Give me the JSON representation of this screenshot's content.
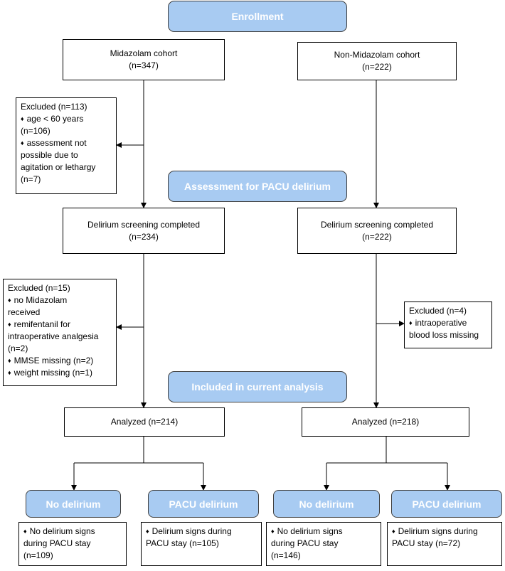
{
  "stages": {
    "enrollment": "Enrollment",
    "assessment": "Assessment for PACU delirium",
    "included": "Included in current analysis"
  },
  "cohorts": {
    "midazolam": {
      "title": "Midazolam cohort",
      "count": "(n=347)"
    },
    "non_midazolam": {
      "title": "Non-Midazolam cohort",
      "count": "(n=222)"
    }
  },
  "excluded_1": {
    "title": "Excluded (n=113)",
    "items": [
      {
        "lines": [
          "age < 60 years",
          "(n=106)"
        ]
      },
      {
        "lines": [
          "assessment not",
          "possible due to",
          "agitation or lethargy",
          "(n=7)"
        ]
      }
    ]
  },
  "screening": {
    "left": {
      "title": "Delirium screening completed",
      "count": "(n=234)"
    },
    "right": {
      "title": "Delirium screening completed",
      "count": "(n=222)"
    }
  },
  "excluded_2": {
    "title": "Excluded (n=15)",
    "items": [
      {
        "lines": [
          "no Midazolam",
          "received"
        ]
      },
      {
        "lines": [
          "remifentanil for",
          "intraoperative analgesia",
          "(n=2)"
        ]
      },
      {
        "lines": [
          "MMSE missing (n=2)"
        ]
      },
      {
        "lines": [
          "weight missing (n=1)"
        ]
      }
    ]
  },
  "excluded_3": {
    "title": "Excluded (n=4)",
    "items": [
      {
        "lines": [
          "intraoperative",
          "blood loss missing"
        ]
      }
    ]
  },
  "analyzed": {
    "left": "Analyzed (n=214)",
    "right": "Analyzed (n=218)"
  },
  "outcomes": [
    {
      "label": "No delirium",
      "detail": [
        "No delirium signs",
        "during PACU stay",
        "(n=109)"
      ]
    },
    {
      "label": "PACU delirium",
      "detail": [
        "Delirium signs during",
        "PACU stay (n=105)"
      ]
    },
    {
      "label": "No delirium",
      "detail": [
        "No delirium signs",
        "during PACU stay",
        "(n=146)"
      ]
    },
    {
      "label": "PACU delirium",
      "detail": [
        "Delirium signs during",
        "PACU stay (n=72)"
      ]
    }
  ],
  "bullet_glyph": "♦"
}
